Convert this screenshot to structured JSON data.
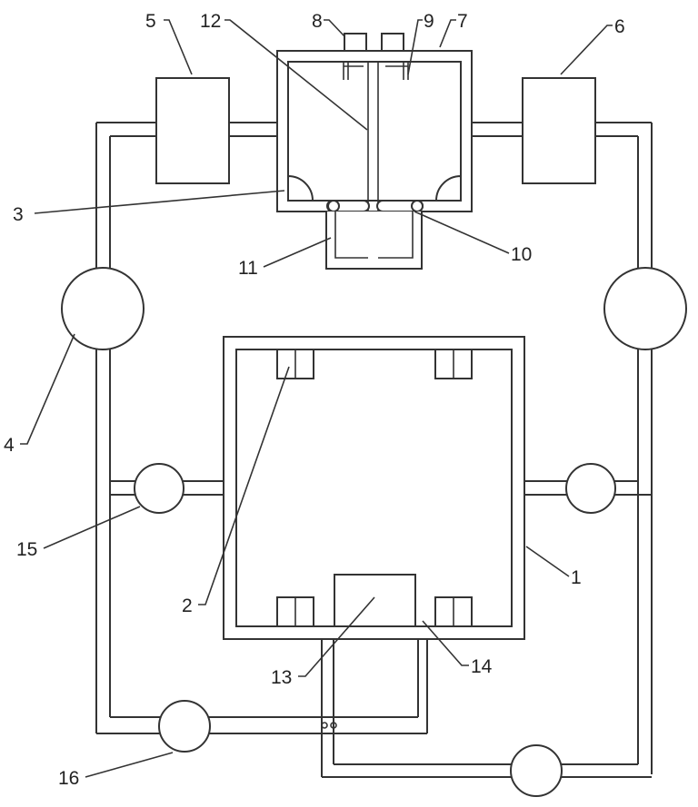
{
  "diagram": {
    "labels": {
      "l1": "1",
      "l2": "2",
      "l3": "3",
      "l4": "4",
      "l5": "5",
      "l6": "6",
      "l7": "7",
      "l8": "8",
      "l9": "9",
      "l10": "10",
      "l11": "11",
      "l12": "12",
      "l13": "13",
      "l14": "14",
      "l15": "15",
      "l16": "16"
    },
    "colors": {
      "line": "#333333",
      "background": "#ffffff"
    }
  }
}
